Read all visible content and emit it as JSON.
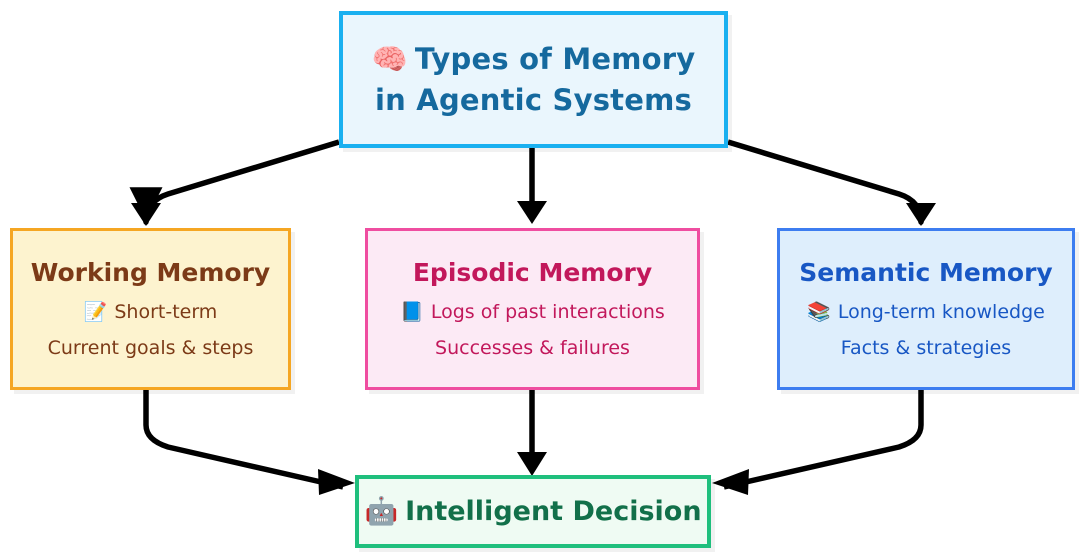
{
  "diagram": {
    "type": "flowchart",
    "title": "Types of Memory in Agentic Systems",
    "background_color": "#ffffff"
  },
  "nodes": {
    "root": {
      "id": "root",
      "icon": "brain-emoji",
      "icon_glyph": "🧠",
      "line1": "Types of Memory",
      "line2": "in Agentic Systems",
      "fill_color": "#eaf6fd",
      "border_color": "#1ab0f0",
      "text_color": "#15699e"
    },
    "working": {
      "id": "working-memory",
      "heading": "Working Memory",
      "icon": "memo-emoji",
      "icon_glyph": "📝",
      "detail1": "Short-term",
      "detail2": "Current goals & steps",
      "fill_color": "#fdf3cf",
      "border_color": "#f5a623",
      "text_color": "#7c3a17"
    },
    "episodic": {
      "id": "episodic-memory",
      "heading": "Episodic Memory",
      "icon": "blue-book-emoji",
      "icon_glyph": "📘",
      "detail1": "Logs of past interactions",
      "detail2": "Successes & failures",
      "fill_color": "#fceaf5",
      "border_color": "#ef4da0",
      "text_color": "#c2185b"
    },
    "semantic": {
      "id": "semantic-memory",
      "heading": "Semantic Memory",
      "icon": "books-emoji",
      "icon_glyph": "📚",
      "detail1": "Long-term knowledge",
      "detail2": "Facts & strategies",
      "fill_color": "#deeefc",
      "border_color": "#3d7df0",
      "text_color": "#1857c4"
    },
    "decision": {
      "id": "intelligent-decision",
      "icon": "robot-emoji",
      "icon_glyph": "🤖",
      "label": "Intelligent Decision",
      "fill_color": "#effbf3",
      "border_color": "#1fbf7d",
      "text_color": "#12704a"
    }
  },
  "edges": [
    {
      "from": "root",
      "to": "working",
      "style": "curved",
      "color": "#000000"
    },
    {
      "from": "root",
      "to": "episodic",
      "style": "straight",
      "color": "#000000"
    },
    {
      "from": "root",
      "to": "semantic",
      "style": "curved",
      "color": "#000000"
    },
    {
      "from": "working",
      "to": "decision",
      "style": "curved",
      "color": "#000000"
    },
    {
      "from": "episodic",
      "to": "decision",
      "style": "straight",
      "color": "#000000"
    },
    {
      "from": "semantic",
      "to": "decision",
      "style": "curved",
      "color": "#000000"
    }
  ]
}
